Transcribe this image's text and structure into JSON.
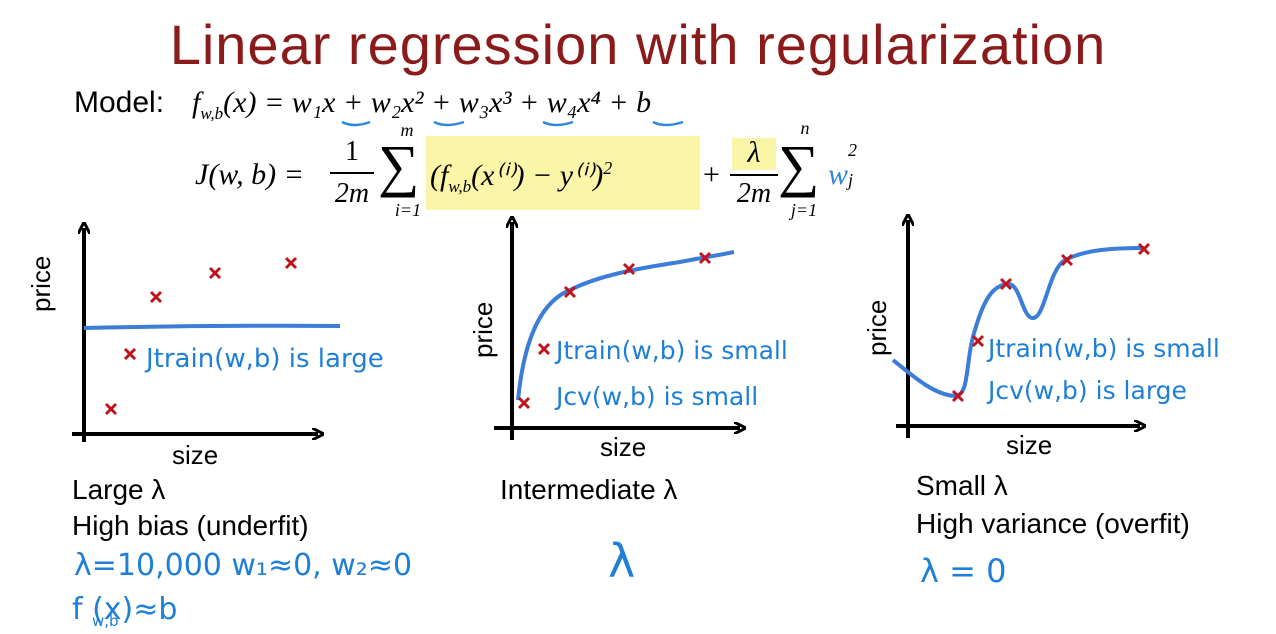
{
  "slide": {
    "title": "Linear regression with regularization",
    "model_label": "Model:",
    "model_f": "f",
    "model_sub": "w,b",
    "model_rhs": "(x) = w₁x + w₂x² + w₃x³ + w₄x⁴ + b",
    "cost_lhs": "J(w, b) =",
    "cost_frac_num": "1",
    "cost_frac_den": "2m",
    "cost_sum_top": "m",
    "cost_sum_bot": "i=1",
    "cost_term": "(f",
    "cost_term_sub": "w,b",
    "cost_term_rest": "(x⁽ⁱ⁾) − y⁽ⁱ⁾)",
    "cost_square": "2",
    "plus": "+",
    "reg_num": "λ",
    "reg_den": "2m",
    "reg_sum_top": "n",
    "reg_sum_bot": "j=1",
    "reg_term": "w",
    "reg_term_sub": "j",
    "reg_term_sup": "2"
  },
  "panels": [
    {
      "id": "large-lambda",
      "xlabel": "size",
      "ylabel": "price",
      "caption1": "Large λ",
      "caption2": "High bias (underfit)",
      "note1": "Jtrain(w,b) is large",
      "hand1": "λ=10,000  w₁≈0, w₂≈0",
      "hand2": "f  (x)≈b",
      "hand2_sub": "w,b"
    },
    {
      "id": "intermediate-lambda",
      "xlabel": "size",
      "ylabel": "price",
      "caption1": "Intermediate λ",
      "note1": "Jtrain(w,b) is small",
      "note2": "Jcv(w,b) is small",
      "hand1": "λ"
    },
    {
      "id": "small-lambda",
      "xlabel": "size",
      "ylabel": "price",
      "caption1": "Small λ",
      "caption2": "High variance (overfit)",
      "note1": "Jtrain(w,b) is small",
      "note2": "Jcv(w,b) is large",
      "hand1": "λ = 0"
    }
  ],
  "colors": {
    "title": "#8B1A1A",
    "curve": "#3B7DD8",
    "marker": "#C0141C",
    "highlight": "#FBF5A8",
    "handwriting": "#1E7FD8"
  }
}
